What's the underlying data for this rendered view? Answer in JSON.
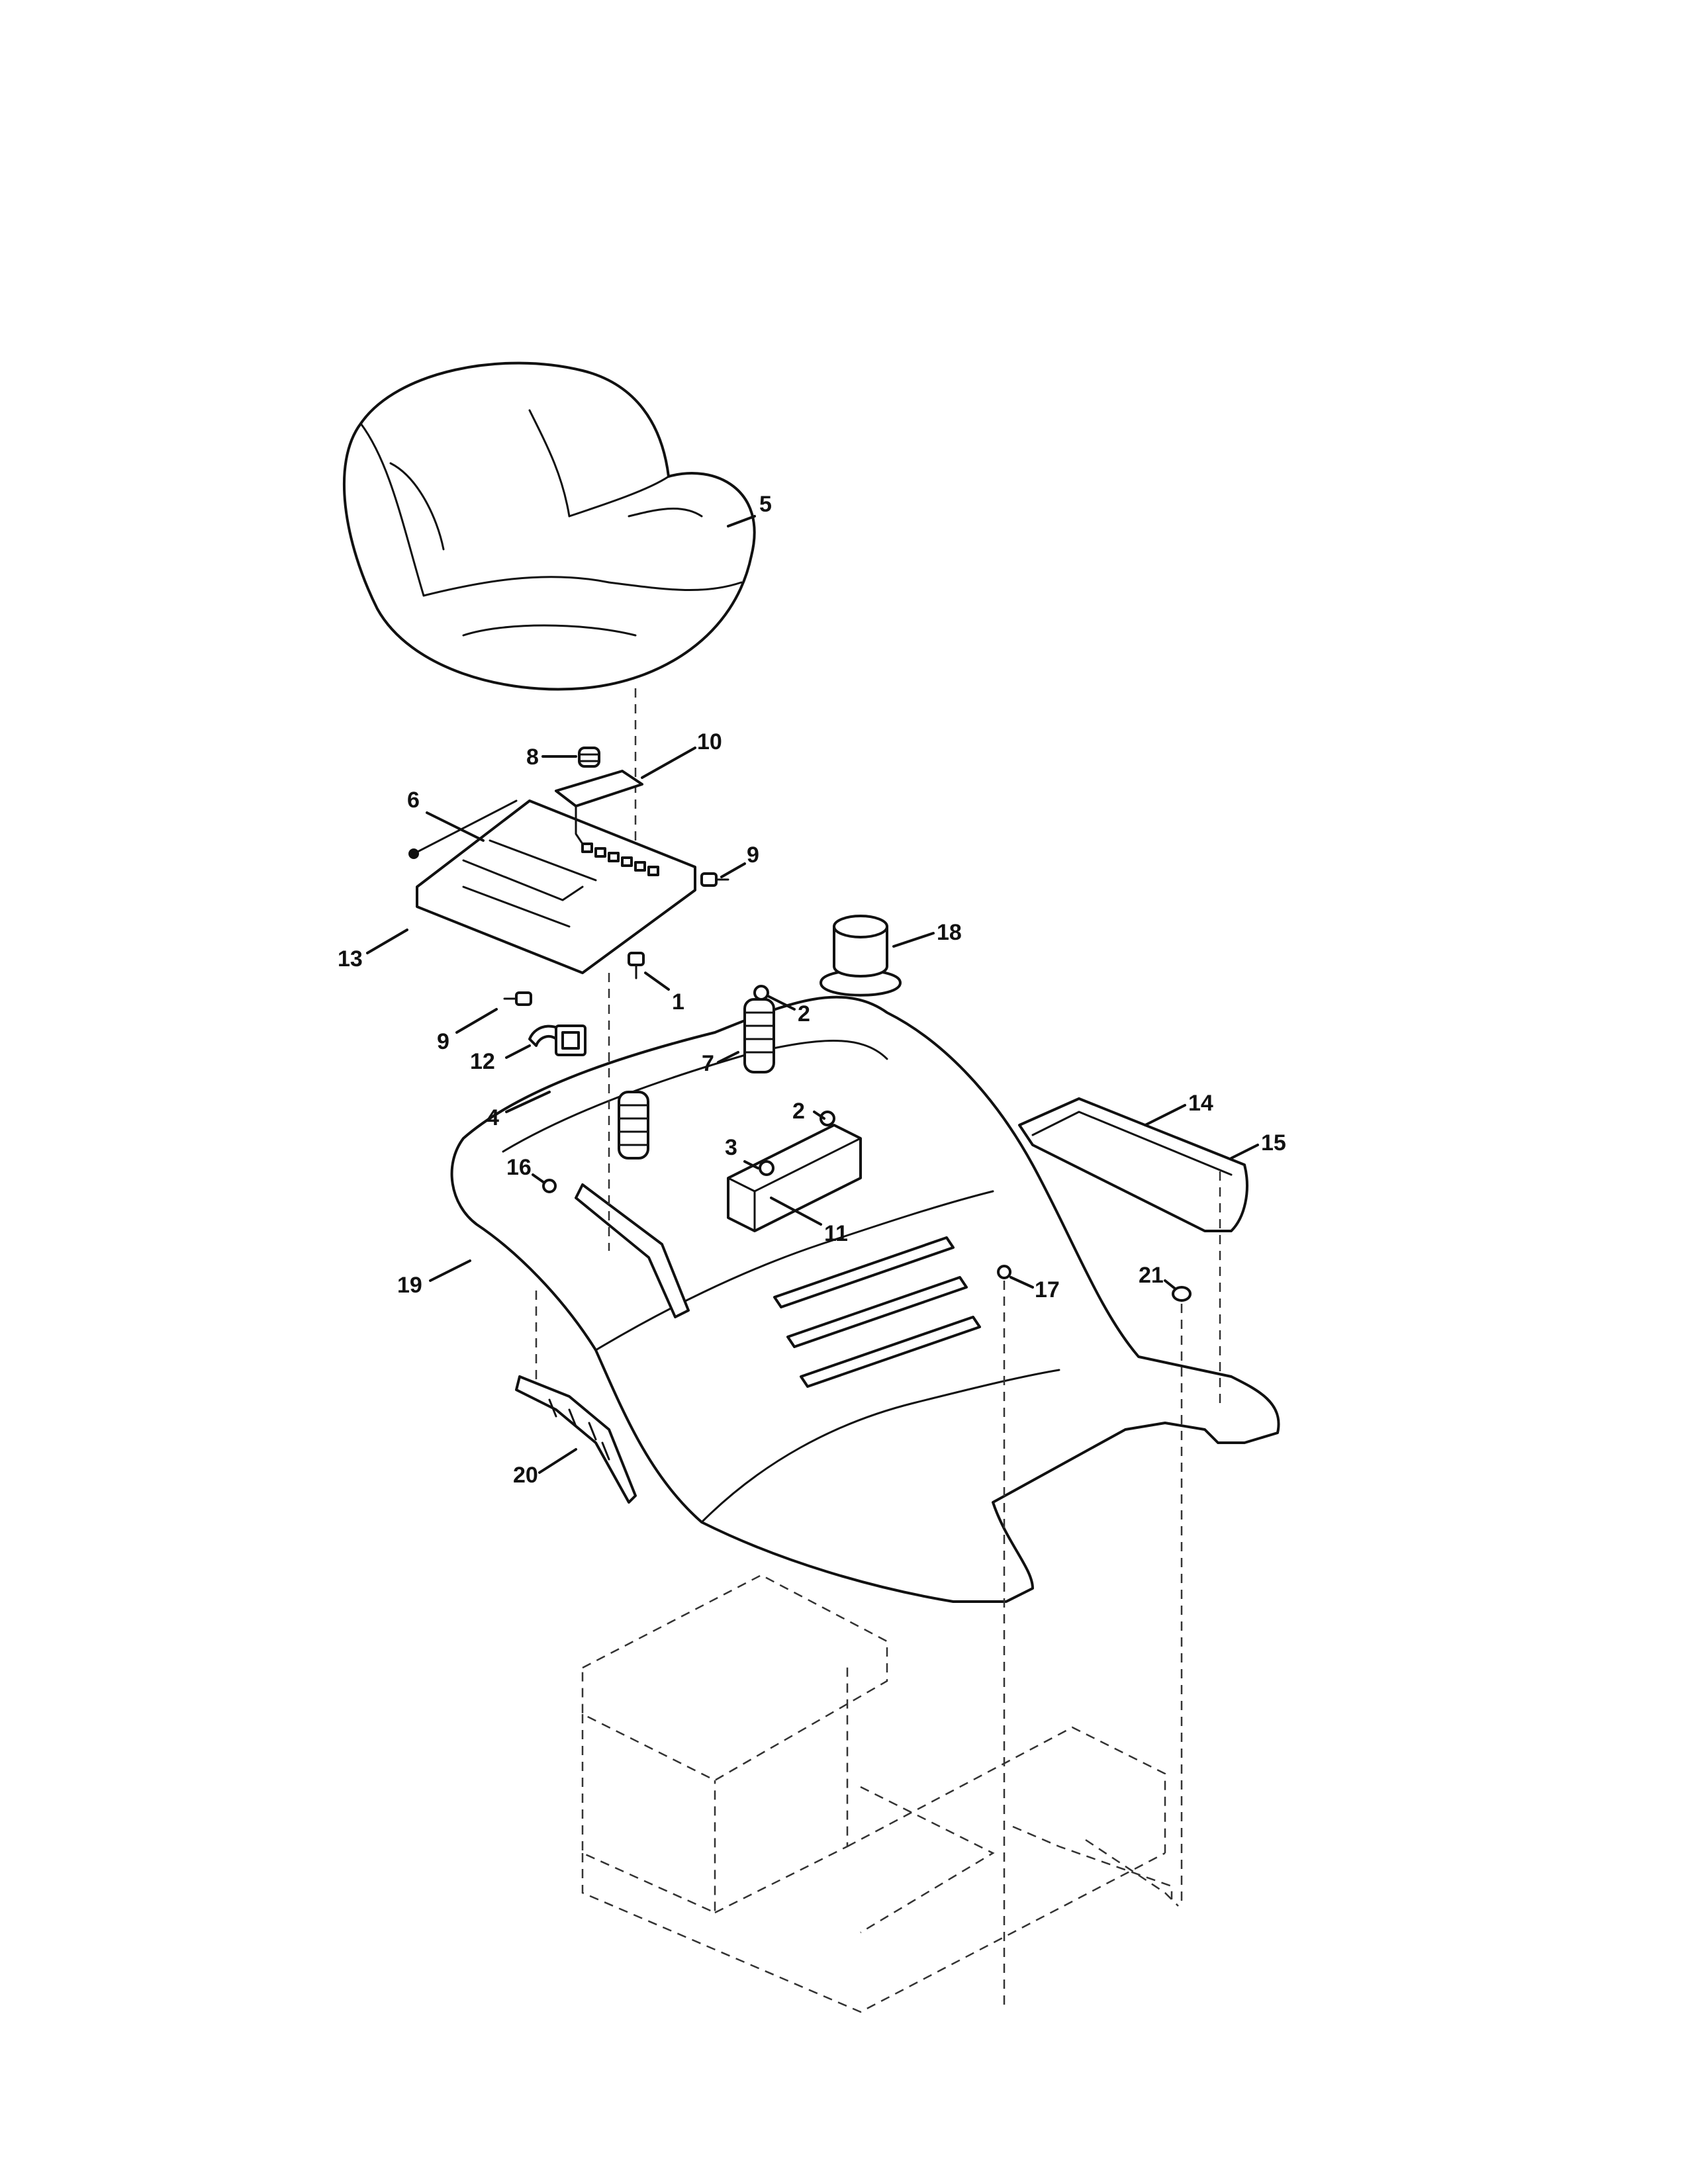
{
  "callouts": [
    {
      "id": "callout-5",
      "label": "5"
    },
    {
      "id": "callout-8",
      "label": "8"
    },
    {
      "id": "callout-10",
      "label": "10"
    },
    {
      "id": "callout-6",
      "label": "6"
    },
    {
      "id": "callout-9a",
      "label": "9"
    },
    {
      "id": "callout-13",
      "label": "13"
    },
    {
      "id": "callout-1",
      "label": "1"
    },
    {
      "id": "callout-9b",
      "label": "9"
    },
    {
      "id": "callout-12",
      "label": "12"
    },
    {
      "id": "callout-4",
      "label": "4"
    },
    {
      "id": "callout-18",
      "label": "18"
    },
    {
      "id": "callout-2a",
      "label": "2"
    },
    {
      "id": "callout-7",
      "label": "7"
    },
    {
      "id": "callout-2b",
      "label": "2"
    },
    {
      "id": "callout-3",
      "label": "3"
    },
    {
      "id": "callout-16",
      "label": "16"
    },
    {
      "id": "callout-11",
      "label": "11"
    },
    {
      "id": "callout-19",
      "label": "19"
    },
    {
      "id": "callout-14",
      "label": "14"
    },
    {
      "id": "callout-15",
      "label": "15"
    },
    {
      "id": "callout-17",
      "label": "17"
    },
    {
      "id": "callout-21",
      "label": "21"
    },
    {
      "id": "callout-20",
      "label": "20"
    }
  ]
}
